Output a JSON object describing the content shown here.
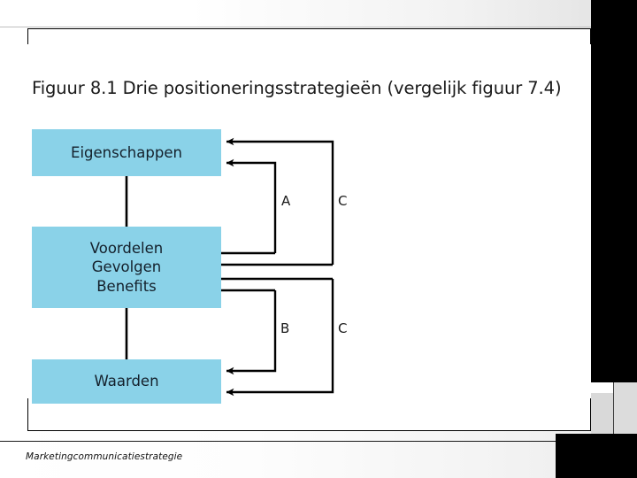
{
  "slide": {
    "figure_title": "Figuur 8.1  Drie positioneringsstrategieën (vergelijk figuur 7.4)",
    "footer_note": "Marketingcommunicatiestrategie"
  },
  "diagram": {
    "type": "flow-ladder",
    "node_fill_color": "#8ad2e8",
    "line_color": "#000000",
    "nodes": [
      {
        "id": "eigenschappen",
        "lines": [
          "Eigenschappen"
        ]
      },
      {
        "id": "voordelen",
        "lines": [
          "Voordelen",
          "Gevolgen",
          "Benefits"
        ]
      },
      {
        "id": "waarden",
        "lines": [
          "Waarden"
        ]
      }
    ],
    "edge_labels": [
      {
        "id": "a",
        "text": "A"
      },
      {
        "id": "c1",
        "text": "C"
      },
      {
        "id": "b",
        "text": "B"
      },
      {
        "id": "c2",
        "text": "C"
      }
    ],
    "connectors": [
      {
        "from": "eigenschappen",
        "to": "voordelen",
        "style": "vertical-line"
      },
      {
        "from": "voordelen",
        "to": "waarden",
        "style": "vertical-line"
      },
      {
        "label": "A",
        "from": "voordelen",
        "to": "eigenschappen",
        "style": "right-loop-arrow"
      },
      {
        "label": "C",
        "from": "waarden",
        "to": "eigenschappen",
        "style": "right-loop-arrow"
      },
      {
        "label": "B",
        "from": "voordelen",
        "to": "waarden",
        "style": "right-loop-arrow"
      },
      {
        "label": "C",
        "from": "voordelen",
        "to": "waarden",
        "style": "right-loop-arrow"
      }
    ]
  }
}
